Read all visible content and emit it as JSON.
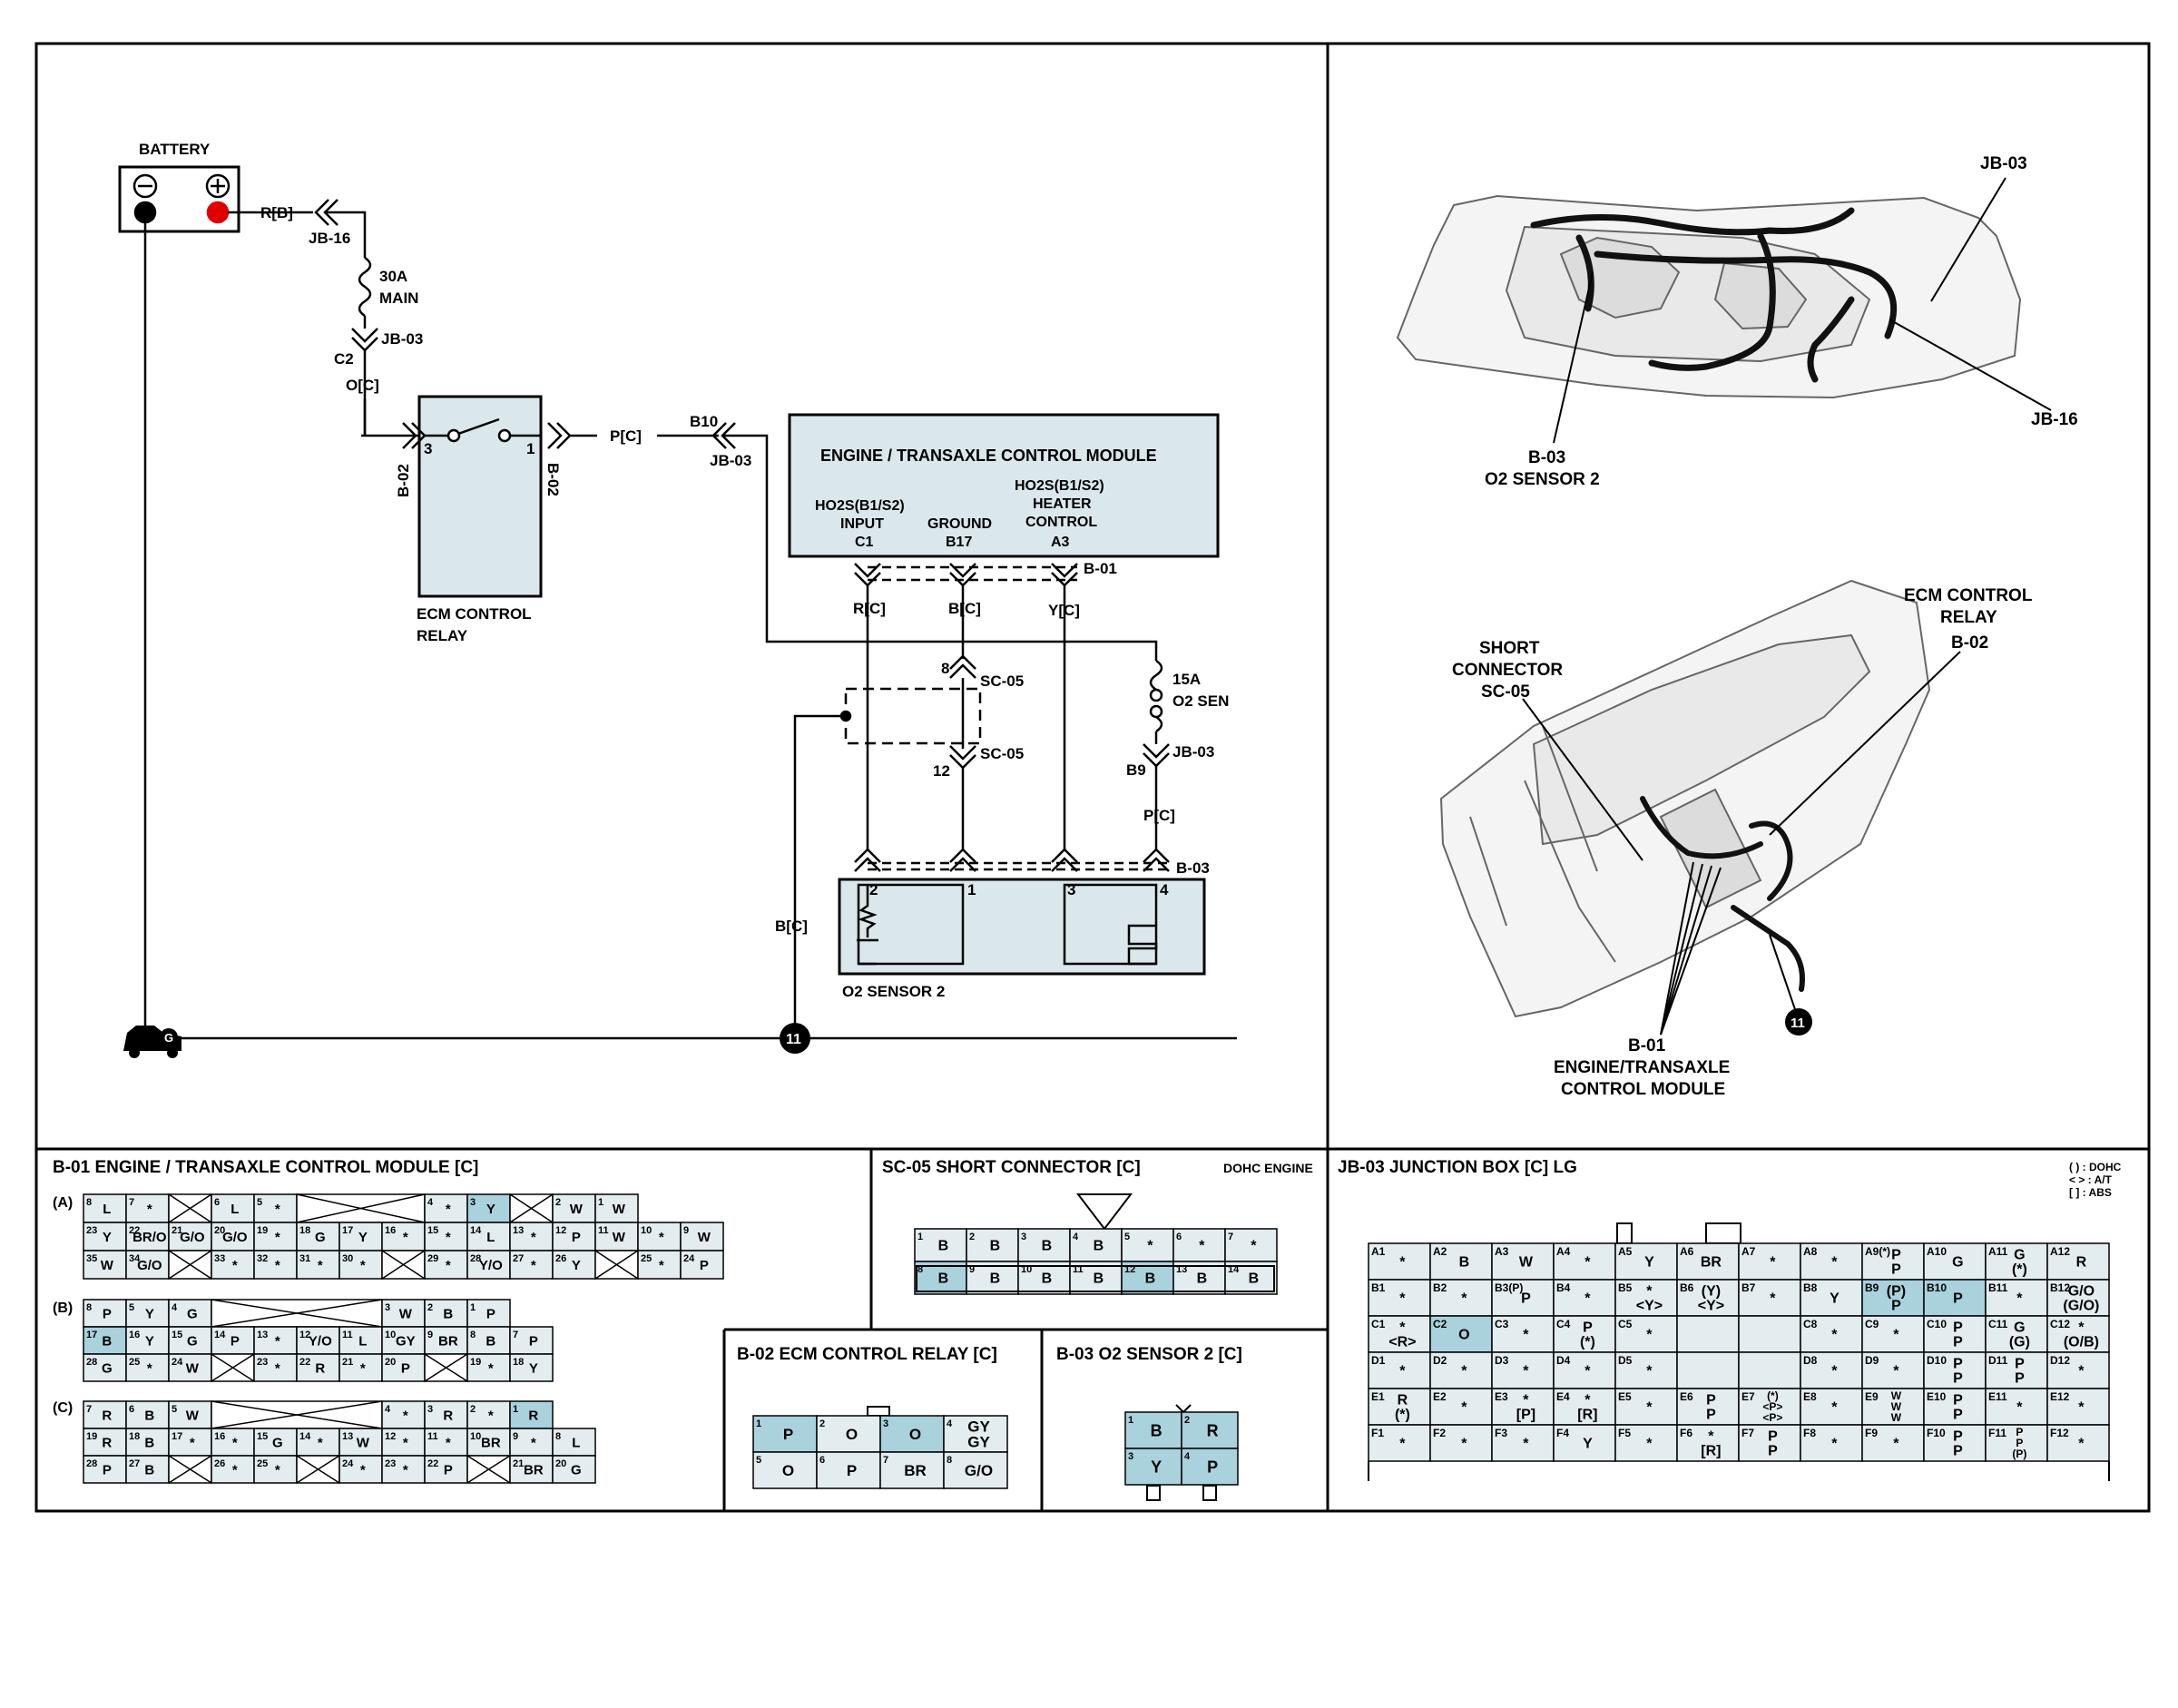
{
  "schematic": {
    "battery": "BATTERY",
    "minus_sym": "⊖",
    "plus_sym": "⊕",
    "wire_rb": "R[B]",
    "jb16": "JB-16",
    "fuse_main_a": "30A",
    "fuse_main_b": "MAIN",
    "jb03": "JB-03",
    "c2": "C2",
    "wire_oc": "O[C]",
    "b02": "B-02",
    "pin3": "3",
    "pin1": "1",
    "relay_a": "ECM CONTROL",
    "relay_b": "RELAY",
    "wire_pc": "P[C]",
    "b10": "B10",
    "ecm_title": "ENGINE / TRANSAXLE CONTROL MODULE",
    "c1_a": "HO2S(B1/S2)",
    "c1_b": "INPUT",
    "c1_c": "C1",
    "b17_a": "GROUND",
    "b17_b": "B17",
    "a3_a": "HO2S(B1/S2)",
    "a3_b": "HEATER",
    "a3_c": "CONTROL",
    "a3_d": "A3",
    "b01": "B-01",
    "wire_rc": "R[C]",
    "wire_bc": "B[C]",
    "wire_yc": "Y[C]",
    "pin8": "8",
    "sc05": "SC-05",
    "pin12": "12",
    "fuse15a": "15A",
    "o2sen": "O2 SEN",
    "b9": "B9",
    "b03": "B-03",
    "s_pin2": "2",
    "s_pin1": "1",
    "s_pin3": "3",
    "s_pin4": "4",
    "o2_label": "O2 SENSOR 2",
    "ground_g": "G",
    "ground_11": "11"
  },
  "locator_top": {
    "jb03": "JB-03",
    "jb16": "JB-16",
    "b03": "B-03",
    "o2": "O2 SENSOR 2"
  },
  "locator_bottom": {
    "ecm_relay_a": "ECM CONTROL",
    "ecm_relay_b": "RELAY",
    "ecm_relay_c": "B-02",
    "short_a": "SHORT",
    "short_b": "CONNECTOR",
    "short_c": "SC-05",
    "ground": "11",
    "b01": "B-01",
    "module_a": "ENGINE/TRANSAXLE",
    "module_b": "CONTROL MODULE"
  },
  "connectors": {
    "b01_title": "B-01 ENGINE / TRANSAXLE CONTROL MODULE [C]",
    "sc05_title": "SC-05 SHORT CONNECTOR [C]",
    "sc05_note": "DOHC ENGINE",
    "b02_title": "B-02 ECM CONTROL RELAY [C]",
    "b03_title": "B-03 O2 SENSOR 2 [C]",
    "jb03_title": "JB-03 JUNCTION BOX [C] LG",
    "legend": [
      "(    ) : DOHC",
      "<    > : A/T",
      "[    ] : ABS"
    ],
    "row_a": "(A)",
    "row_b": "(B)",
    "row_c": "(C)",
    "b01_A": [
      [
        [
          "8",
          "L"
        ],
        [
          "7",
          "*"
        ],
        [
          "X",
          "X"
        ],
        [
          "6",
          "L"
        ],
        [
          "5",
          "*"
        ],
        [
          "X",
          "X",
          3
        ],
        [
          "4",
          "*"
        ],
        [
          "3",
          "Y",
          "s"
        ],
        [
          "X",
          "X"
        ],
        [
          "2",
          "W"
        ],
        [
          "1",
          "W"
        ]
      ],
      [
        [
          "23",
          "Y"
        ],
        [
          "22",
          "BR/O"
        ],
        [
          "21",
          "G/O"
        ],
        [
          "20",
          "G/O"
        ],
        [
          "19",
          "*"
        ],
        [
          "18",
          "G"
        ],
        [
          "17",
          "Y"
        ],
        [
          "16",
          "*"
        ],
        [
          "15",
          "*"
        ],
        [
          "14",
          "L"
        ],
        [
          "13",
          "*"
        ],
        [
          "12",
          "P"
        ],
        [
          "11",
          "W"
        ],
        [
          "10",
          "*"
        ],
        [
          "9",
          "W"
        ]
      ],
      [
        [
          "35",
          "W"
        ],
        [
          "34",
          "G/O"
        ],
        [
          "X",
          "X"
        ],
        [
          "33",
          "*"
        ],
        [
          "32",
          "*"
        ],
        [
          "31",
          "*"
        ],
        [
          "30",
          "*"
        ],
        [
          "X",
          "X"
        ],
        [
          "29",
          "*"
        ],
        [
          "28",
          "Y/O"
        ],
        [
          "27",
          "*"
        ],
        [
          "26",
          "Y"
        ],
        [
          "X",
          "X"
        ],
        [
          "25",
          "*"
        ],
        [
          "24",
          "P"
        ]
      ]
    ],
    "b01_B": [
      [
        [
          "8",
          "P"
        ],
        [
          "5",
          "Y"
        ],
        [
          "4",
          "G"
        ],
        [
          "X",
          "X",
          4
        ],
        [
          "3",
          "W"
        ],
        [
          "2",
          "B"
        ],
        [
          "1",
          "P"
        ]
      ],
      [
        [
          "17",
          "B",
          "s"
        ],
        [
          "16",
          "Y"
        ],
        [
          "15",
          "G"
        ],
        [
          "14",
          "P"
        ],
        [
          "13",
          "*"
        ],
        [
          "12",
          "Y/O"
        ],
        [
          "11",
          "L"
        ],
        [
          "10",
          "GY"
        ],
        [
          "9",
          "BR"
        ],
        [
          "8",
          "B"
        ],
        [
          "7",
          "P"
        ]
      ],
      [
        [
          "28",
          "G"
        ],
        [
          "25",
          "*"
        ],
        [
          "24",
          "W"
        ],
        [
          "X",
          "X"
        ],
        [
          "23",
          "*"
        ],
        [
          "22",
          "R"
        ],
        [
          "21",
          "*"
        ],
        [
          "20",
          "P"
        ],
        [
          "X",
          "X"
        ],
        [
          "19",
          "*"
        ],
        [
          "18",
          "Y"
        ]
      ]
    ],
    "b01_C": [
      [
        [
          "7",
          "R"
        ],
        [
          "6",
          "B"
        ],
        [
          "5",
          "W"
        ],
        [
          "X",
          "X",
          4
        ],
        [
          "4",
          "*"
        ],
        [
          "3",
          "R"
        ],
        [
          "2",
          "*"
        ],
        [
          "1",
          "R",
          "s"
        ]
      ],
      [
        [
          "19",
          "R"
        ],
        [
          "18",
          "B"
        ],
        [
          "17",
          "*"
        ],
        [
          "16",
          "*"
        ],
        [
          "15",
          "G"
        ],
        [
          "14",
          "*"
        ],
        [
          "13",
          "W"
        ],
        [
          "12",
          "*"
        ],
        [
          "11",
          "*"
        ],
        [
          "10",
          "BR"
        ],
        [
          "9",
          "*"
        ],
        [
          "8",
          "L"
        ]
      ],
      [
        [
          "28",
          "P"
        ],
        [
          "27",
          "B"
        ],
        [
          "X",
          "X"
        ],
        [
          "26",
          "*"
        ],
        [
          "25",
          "*"
        ],
        [
          "X",
          "X"
        ],
        [
          "24",
          "*"
        ],
        [
          "23",
          "*"
        ],
        [
          "22",
          "P"
        ],
        [
          "X",
          "X"
        ],
        [
          "21",
          "BR"
        ],
        [
          "20",
          "G"
        ]
      ]
    ],
    "sc05_rows": [
      [
        [
          "1",
          "B"
        ],
        [
          "2",
          "B"
        ],
        [
          "3",
          "B"
        ],
        [
          "4",
          "B"
        ],
        [
          "5",
          "*"
        ],
        [
          "6",
          "*"
        ],
        [
          "7",
          "*"
        ]
      ],
      [
        [
          "8",
          "B",
          "s"
        ],
        [
          "9",
          "B"
        ],
        [
          "10",
          "B"
        ],
        [
          "11",
          "B"
        ],
        [
          "12",
          "B",
          "s"
        ],
        [
          "13",
          "B"
        ],
        [
          "14",
          "B"
        ]
      ]
    ],
    "b02_rows": [
      [
        [
          "1",
          "P",
          "s"
        ],
        [
          "2",
          "O"
        ],
        [
          "3",
          "O",
          "s"
        ],
        [
          "4",
          "GY GY"
        ]
      ],
      [
        [
          "5",
          "O"
        ],
        [
          "6",
          "P"
        ],
        [
          "7",
          "BR"
        ],
        [
          "8",
          "G/O"
        ]
      ]
    ],
    "b03_rows": [
      [
        [
          "1",
          "B",
          "s"
        ],
        [
          "2",
          "R",
          "s"
        ]
      ],
      [
        [
          "3",
          "Y",
          "s"
        ],
        [
          "4",
          "P",
          "s"
        ]
      ]
    ],
    "jb03_rows": [
      [
        [
          "A1",
          "*"
        ],
        [
          "A2",
          "B"
        ],
        [
          "A3",
          "W"
        ],
        [
          "A4",
          "*"
        ],
        [
          "A5",
          "Y"
        ],
        [
          "A6",
          "BR"
        ],
        [
          "A7",
          "*"
        ],
        [
          "A8",
          "*"
        ],
        [
          "A9(*)",
          "P P"
        ],
        [
          "A10",
          "G"
        ],
        [
          "A11",
          "G (*)"
        ],
        [
          "A12",
          "R"
        ]
      ],
      [
        [
          "B1",
          "*"
        ],
        [
          "B2",
          "*"
        ],
        [
          "B3(P)",
          "P"
        ],
        [
          "B4",
          "*"
        ],
        [
          "B5",
          "* <Y>"
        ],
        [
          "B6",
          "(Y) <Y>"
        ],
        [
          "B7",
          "*"
        ],
        [
          "B8",
          "Y"
        ],
        [
          "B9",
          "(P) P",
          "s"
        ],
        [
          "B10",
          "P",
          "s"
        ],
        [
          "B11",
          "*"
        ],
        [
          "B12",
          "G/O (G/O)"
        ]
      ],
      [
        [
          "C1",
          "* <R>"
        ],
        [
          "C2",
          "O",
          "s"
        ],
        [
          "C3",
          "*"
        ],
        [
          "C4",
          "P (*)"
        ],
        [
          "C5",
          "*"
        ],
        [
          "",
          "",
          "e"
        ],
        [
          "",
          "",
          "e"
        ],
        [
          "C8",
          "*"
        ],
        [
          "C9",
          "*"
        ],
        [
          "C10",
          "P P"
        ],
        [
          "C11",
          "G (G)"
        ],
        [
          "C12",
          "* (O/B)"
        ]
      ],
      [
        [
          "D1",
          "*"
        ],
        [
          "D2",
          "*"
        ],
        [
          "D3",
          "*"
        ],
        [
          "D4",
          "*"
        ],
        [
          "D5",
          "*"
        ],
        [
          "",
          "",
          "e"
        ],
        [
          "",
          "",
          "e"
        ],
        [
          "D8",
          "*"
        ],
        [
          "D9",
          "*"
        ],
        [
          "D10",
          "P P"
        ],
        [
          "D11",
          "P P"
        ],
        [
          "D12",
          "*"
        ]
      ],
      [
        [
          "E1",
          "R (*)"
        ],
        [
          "E2",
          "*"
        ],
        [
          "E3",
          "* [P]"
        ],
        [
          "E4",
          "* [R]"
        ],
        [
          "E5",
          "*"
        ],
        [
          "E6",
          "P P"
        ],
        [
          "E7",
          "(*) <P> <P>"
        ],
        [
          "E8",
          "*"
        ],
        [
          "E9",
          "W W W"
        ],
        [
          "E10",
          "P P"
        ],
        [
          "E11",
          "*"
        ],
        [
          "E12",
          "*"
        ]
      ],
      [
        [
          "F1",
          "*"
        ],
        [
          "F2",
          "*"
        ],
        [
          "F3",
          "*"
        ],
        [
          "F4",
          "Y"
        ],
        [
          "F5",
          "*"
        ],
        [
          "F6",
          "* [R]"
        ],
        [
          "F7",
          "P P"
        ],
        [
          "F8",
          "*"
        ],
        [
          "F9",
          "*"
        ],
        [
          "F10",
          "P P"
        ],
        [
          "F11",
          "P P (P)"
        ],
        [
          "F12",
          "*"
        ]
      ]
    ]
  }
}
